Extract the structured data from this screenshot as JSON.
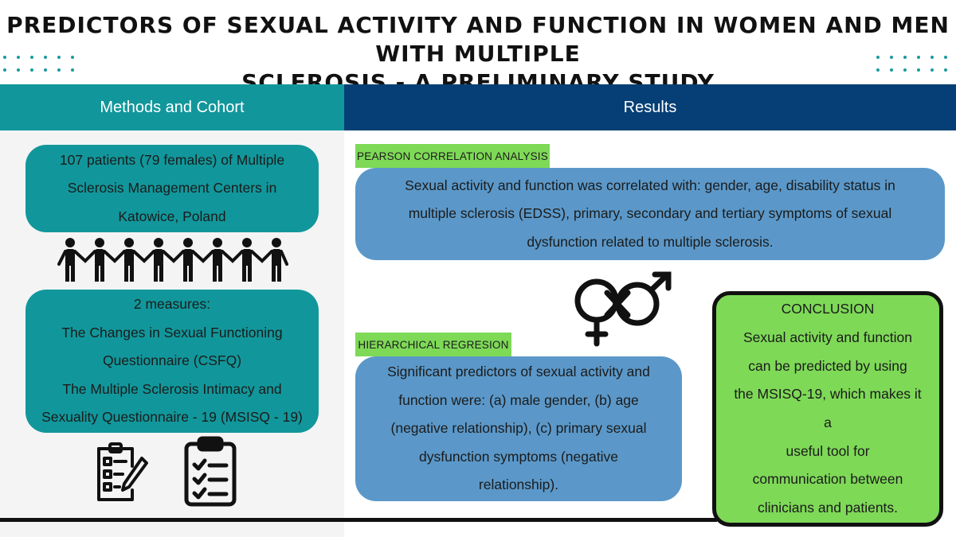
{
  "title_lines": [
    "PREDICTORS OF SEXUAL ACTIVITY AND FUNCTION IN WOMEN AND MEN WITH MULTIPLE",
    "SCLEROSIS - A PRELIMINARY STUDY"
  ],
  "sections": {
    "methods": "Methods and Cohort",
    "results": "Results"
  },
  "cohort": {
    "lines": [
      "107 patients (79 females) of Multiple",
      "Sclerosis Management Centers in",
      "Katowice, Poland"
    ]
  },
  "measures": {
    "lines": [
      "2 measures:",
      "The Changes in Sexual Functioning",
      "Questionnaire (CSFQ)",
      "The Multiple Sclerosis Intimacy and",
      "Sexuality Questionnaire - 19 (MSISQ - 19)"
    ]
  },
  "pearson": {
    "label": "PEARSON CORRELATION ANALYSIS",
    "lines": [
      "Sexual activity and function was correlated with: gender, age, disability status in",
      "multiple sclerosis (EDSS), primary, secondary and tertiary symptoms of sexual",
      "dysfunction related to multiple sclerosis."
    ]
  },
  "regression": {
    "label": "HIERARCHICAL REGRESION",
    "lines": [
      "Significant predictors of sexual activity and",
      "function were: (a) male gender, (b) age",
      "(negative relationship), (c) primary sexual",
      "dysfunction symptoms (negative",
      "relationship)."
    ]
  },
  "conclusion": {
    "lines": [
      "CONCLUSION",
      "Sexual activity and function",
      "can be predicted by using",
      "the MSISQ-19, which makes it",
      "a",
      "useful tool for",
      "communication between",
      "clinicians and patients."
    ]
  },
  "icons": [
    "people-chain-icon",
    "gender-symbols-icon",
    "questionnaire-pen-icon",
    "clipboard-checklist-icon"
  ],
  "colors": {
    "teal": "#11979b",
    "navy": "#053f75",
    "blue_box": "#5b98c9",
    "green": "#7ed957",
    "panel_gray": "#f4f4f4"
  }
}
